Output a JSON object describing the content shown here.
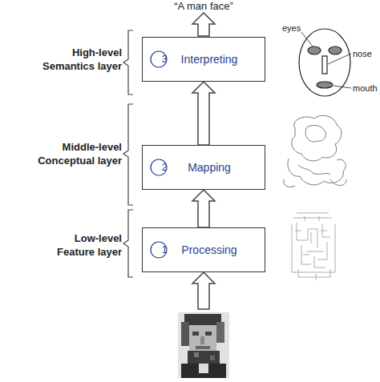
{
  "diagram": {
    "nodes": [
      {
        "text": [
          "Interpreting"
        ]
      },
      {
        "text": [
          "3"
        ],
        "in": 0
      },
      {
        "text": [
          "Mapping"
        ]
      },
      {
        "text": [
          "2"
        ],
        "in": 2
      },
      {
        "text": [
          "Processing"
        ]
      },
      {
        "text": [
          "1"
        ],
        "in": 4
      }
    ],
    "edges": [
      {
        "from": 4,
        "to": 2,
        "arrow": "to"
      },
      {
        "from": 2,
        "to": 0,
        "arrow": "to"
      }
    ],
    "labels": [
      "“A man face”",
      "High-level Semantics layer",
      "Middle-level Conceptual layer",
      "Low-level Feature layer",
      "eyes",
      "nose",
      "mouth"
    ]
  }
}
